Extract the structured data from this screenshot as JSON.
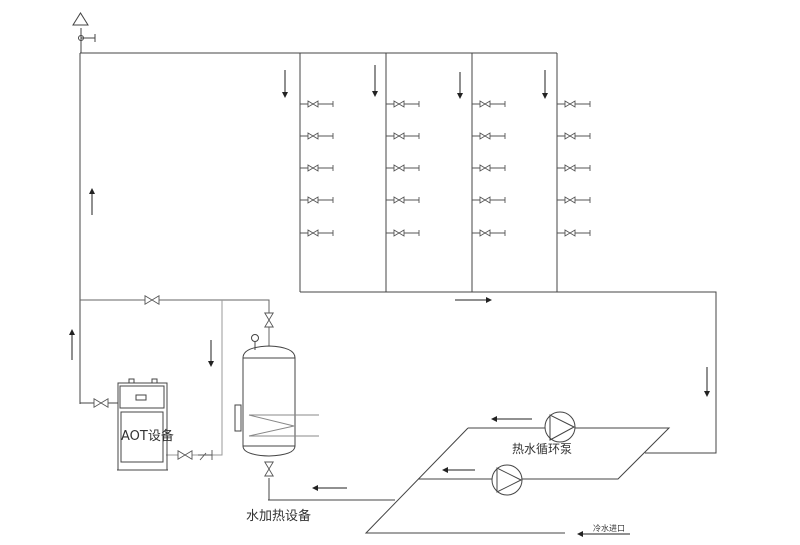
{
  "labels": {
    "aot_equipment": "AOT设备",
    "water_heater": "水加热设备",
    "circulation_pump": "热水循环泵",
    "cold_water_inlet": "冷水进口"
  },
  "diagram": {
    "risers": 4,
    "valves_per_riser": 5,
    "line_color": "#444444"
  }
}
